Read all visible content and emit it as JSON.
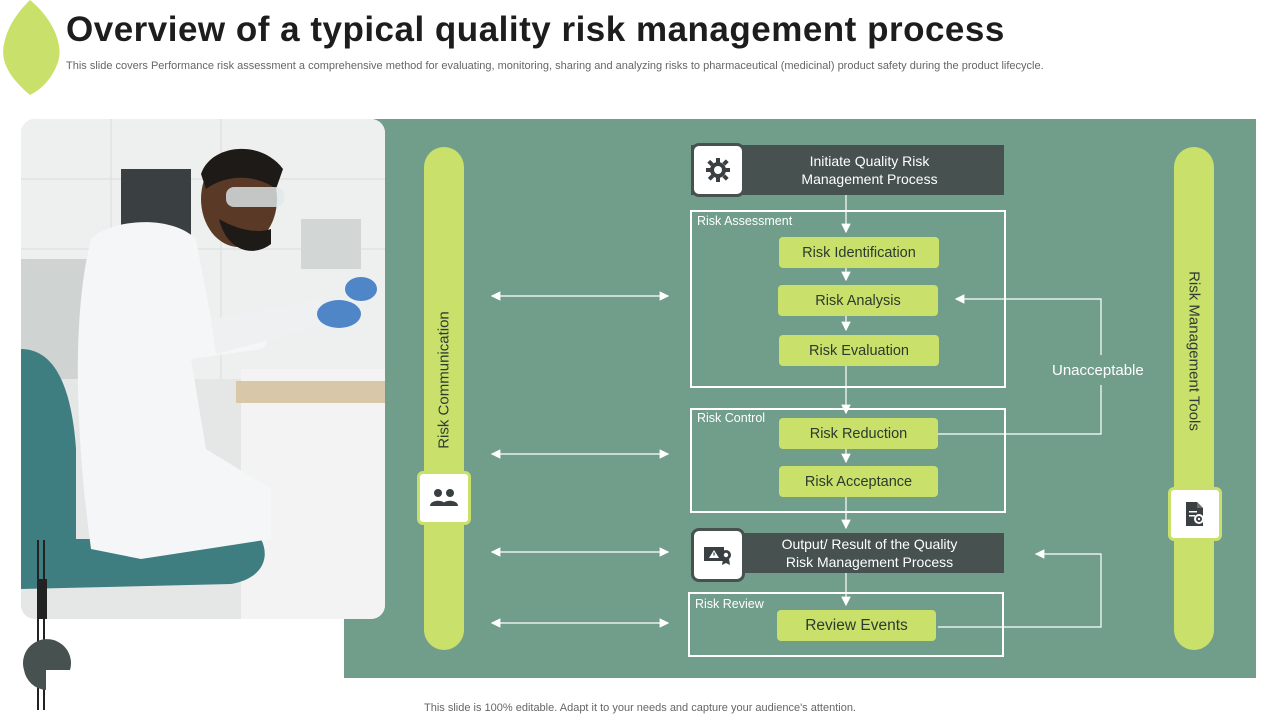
{
  "header": {
    "title": "Overview of a typical quality risk management process",
    "subtitle": "This slide covers Performance risk assessment a comprehensive method for evaluating, monitoring, sharing and analyzing risks to pharmaceutical (medicinal) product safety during the product lifecycle."
  },
  "left_pillar": {
    "label": "Risk Communication",
    "icon": "team-icon"
  },
  "right_pillar": {
    "label": "Risk Management Tools",
    "icon": "document-gear-icon"
  },
  "process": {
    "start": {
      "label_line1": "Initiate Quality Risk",
      "label_line2": "Management Process",
      "icon": "gear-icon"
    },
    "assessment": {
      "label": "Risk Assessment",
      "steps": [
        "Risk Identification",
        "Risk Analysis",
        "Risk Evaluation"
      ]
    },
    "control": {
      "label": "Risk Control",
      "steps": [
        "Risk Reduction",
        "Risk Acceptance"
      ]
    },
    "output": {
      "label_line1": "Output/ Result of the Quality",
      "label_line2": "Risk Management Process",
      "icon": "certificate-warning-icon"
    },
    "review": {
      "label": "Risk Review",
      "steps": [
        "Review Events"
      ]
    },
    "feedback_label": "Unacceptable"
  },
  "footer": "This slide is 100% editable. Adapt it to your needs and capture your audience's attention.",
  "colors": {
    "panel": "#719d8b",
    "accent": "#c9e06a",
    "dark": "#465150"
  }
}
